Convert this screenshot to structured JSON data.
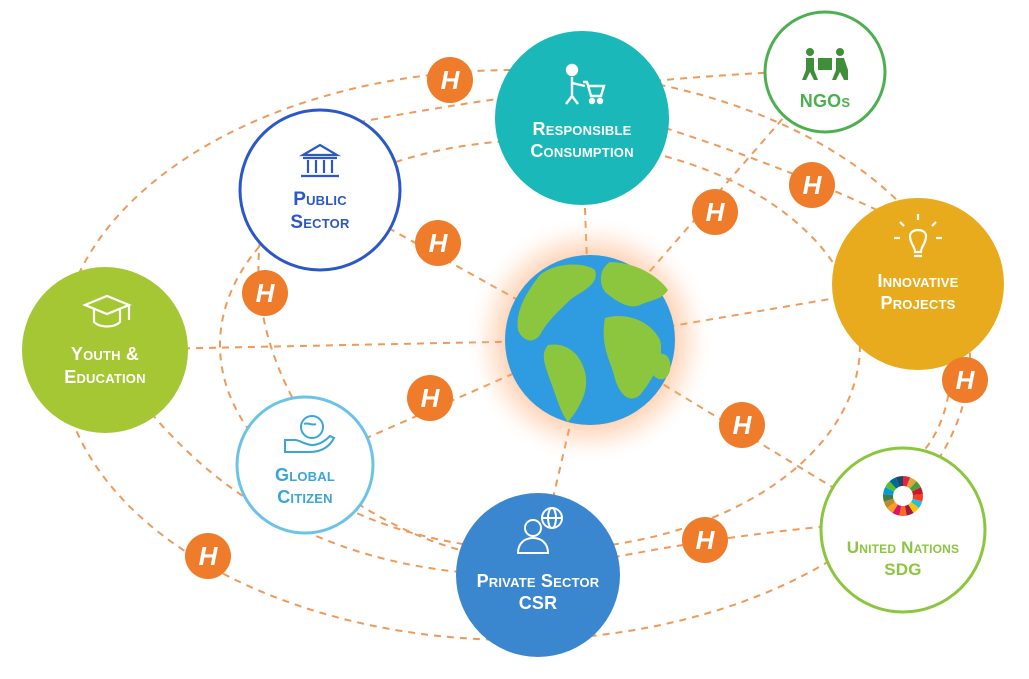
{
  "diagram": {
    "nodes": [
      {
        "id": "public-sector",
        "lines": [
          "Public",
          "Sector"
        ],
        "color": "#2b57c8",
        "fill": "none",
        "icon": "government-building-icon"
      },
      {
        "id": "responsible-consumption",
        "lines": [
          "Responsible",
          "Consumption"
        ],
        "color": "#ffffff",
        "fill": "#1ab8b8",
        "icon": "shopping-cart-person-icon"
      },
      {
        "id": "ngos",
        "lines": [
          "NGOs"
        ],
        "color": "#4caf50",
        "fill": "none",
        "icon": "people-carrying-box-icon"
      },
      {
        "id": "innovative-projects",
        "lines": [
          "Innovative",
          "Projects"
        ],
        "color": "#ffffff",
        "fill": "#e8ab1e",
        "icon": "lightbulb-icon"
      },
      {
        "id": "youth-education",
        "lines": [
          "Youth &",
          "Education"
        ],
        "color": "#ffffff",
        "fill": "#a6c734",
        "icon": "graduation-cap-icon"
      },
      {
        "id": "global-citizen",
        "lines": [
          "Global",
          "Citizen"
        ],
        "color": "#3aa6d8",
        "fill": "none",
        "icon": "hand-globe-icon"
      },
      {
        "id": "private-sector",
        "lines": [
          "Private Sector",
          "CSR"
        ],
        "color": "#ffffff",
        "fill": "#3a86cf",
        "icon": "businessman-globe-icon"
      },
      {
        "id": "un-sdg",
        "lines": [
          "United Nations",
          "SDG"
        ],
        "color": "#8cc63f",
        "fill": "none",
        "icon": "sdg-wheel-icon"
      }
    ],
    "hub": {
      "icon": "earth-globe-icon"
    },
    "badge_letter": "H",
    "colors": {
      "badge": "#ef7c2b",
      "dash": "#ef9a5a",
      "ocean": "#2f9be0",
      "land": "#8cc63f",
      "glow": "#ff7a2a"
    }
  }
}
